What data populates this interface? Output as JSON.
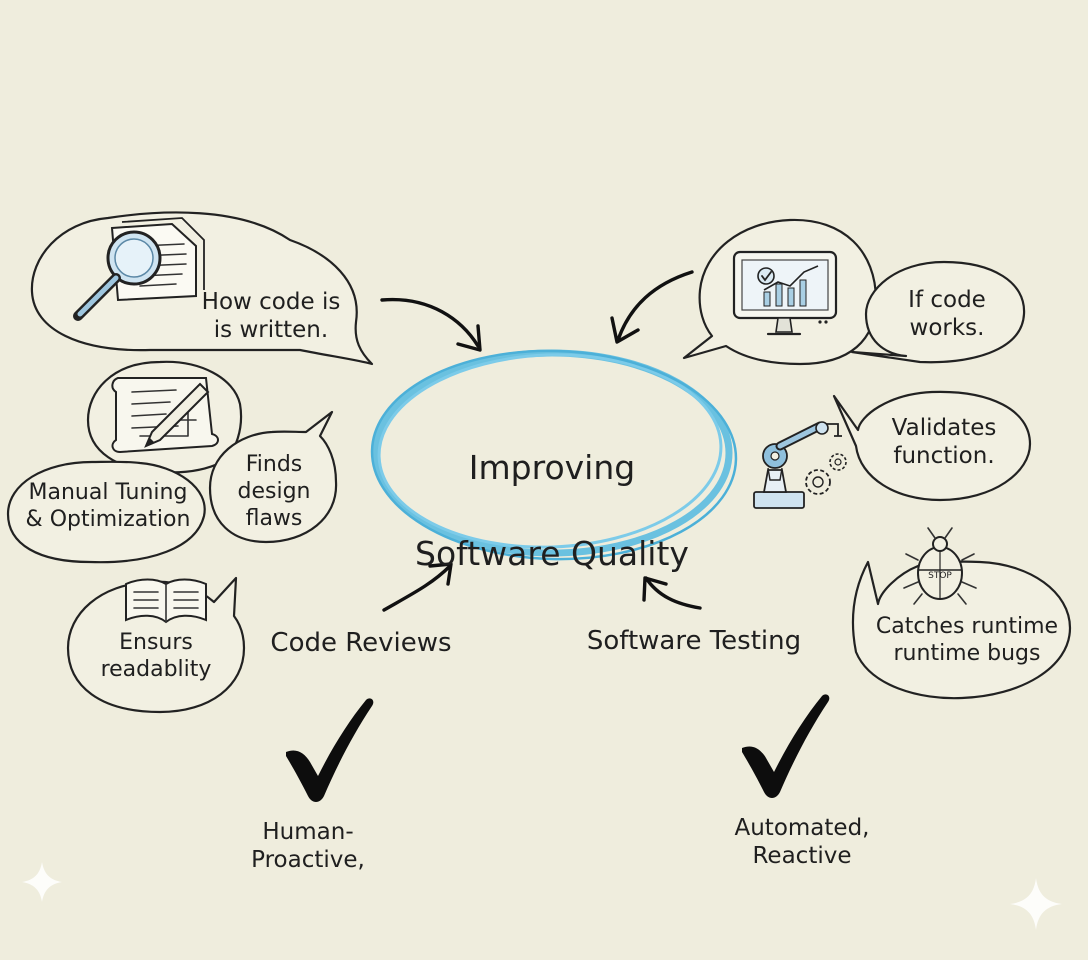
{
  "center": {
    "title_line1": "Improving",
    "title_line2": "Software Quality"
  },
  "code_reviews": {
    "label": "Code Reviews",
    "how_written": "How code is\nis written.",
    "manual_tuning": "Manual Tuning\n& Optimization",
    "finds_flaws": "Finds\ndesign\nflaws",
    "readability": "Ensurs\nreadablity",
    "trait": "Human-\nProactive,"
  },
  "software_testing": {
    "label": "Software Testing",
    "if_works": "If code\nworks.",
    "validates": "Validates\nfunction.",
    "catches_bugs": "Catches runtime\nruntime bugs",
    "trait": "Automated,\nReactive",
    "bug_tag": "STOP"
  },
  "icons": {
    "magnifier_doc": "magnifier-document-icon",
    "blueprint_pencil": "blueprint-pencil-icon",
    "open_book": "open-book-icon",
    "monitor_chart": "monitor-chart-icon",
    "robot_arm": "robot-arm-gears-icon",
    "bug": "bug-icon",
    "checkmark": "checkmark-icon"
  },
  "colors": {
    "background": "#efeddd",
    "ellipse": "#5bbbe0",
    "ink": "#1f1f1f",
    "icon_blue": "#7fb7d6"
  }
}
